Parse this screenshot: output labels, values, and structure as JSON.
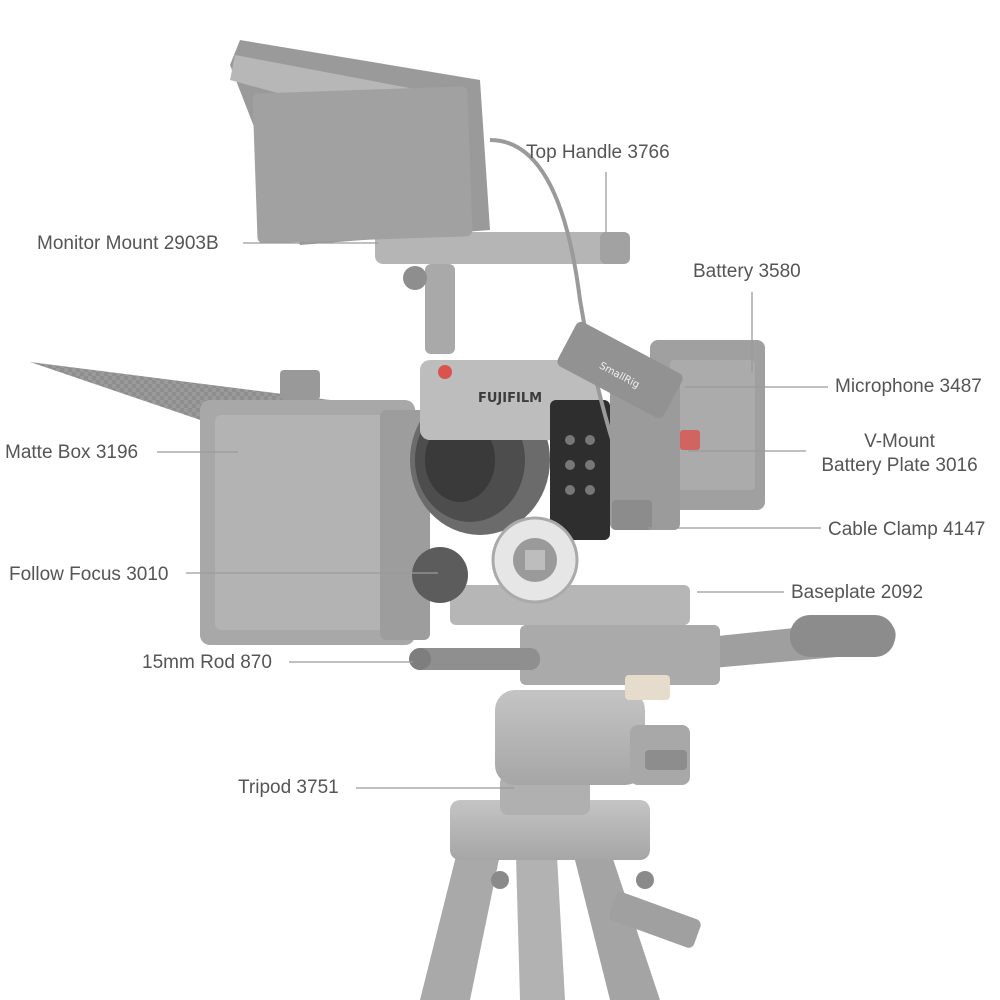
{
  "labels": {
    "top_handle": "Top Handle 3766",
    "monitor_mount": "Monitor Mount 2903B",
    "battery": "Battery 3580",
    "microphone": "Microphone 3487",
    "vmount_line1": "V-Mount",
    "vmount_line2": "Battery Plate 3016",
    "matte_box": "Matte Box 3196",
    "cable_clamp": "Cable Clamp 4147",
    "follow_focus": "Follow Focus 3010",
    "baseplate": "Baseplate 2092",
    "rod": "15mm Rod 870",
    "tripod": "Tripod 3751"
  },
  "logos": {
    "camera_brand": "FUJIFILM",
    "rig_brand": "SmallRig"
  },
  "colors": {
    "label_text": "#555555",
    "leader_line": "#9a9a9a",
    "equipment_light": "#b9b9b9",
    "equipment_mid": "#9e9e9e",
    "equipment_dark": "#6f6f6f",
    "camera_black": "#2b2b2b",
    "accent_red": "#d9534f"
  }
}
